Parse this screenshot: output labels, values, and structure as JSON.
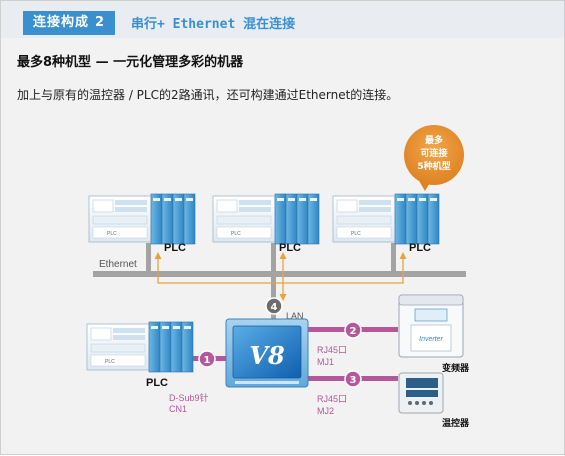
{
  "header": {
    "badge_label": "连接构成",
    "badge_number": "2",
    "title": "串行+ Ethernet 混在连接"
  },
  "heading": "最多8种机型 — 一元化管理多彩的机器",
  "description": "加上与原有的温控器 / PLC的2路通讯，还可构建通过Ethernet的连接。",
  "callout": {
    "line1": "最多",
    "line2": "可连接",
    "line3": "5种机型"
  },
  "network": {
    "ethernet_label": "Ethernet",
    "lan_label": "LAN",
    "plc_label": "PLC",
    "hmi_label": "V8"
  },
  "connections": [
    {
      "number": "1",
      "port": "D-Sub9针",
      "channel": "CN1"
    },
    {
      "number": "2",
      "port": "RJ45口",
      "channel": "MJ1"
    },
    {
      "number": "3",
      "port": "RJ45口",
      "channel": "MJ2"
    },
    {
      "number": "4"
    }
  ],
  "devices": {
    "inverter": "变频器",
    "inverter_panel_text": "Inverter",
    "temp_controller": "温控器"
  },
  "colors": {
    "accent_blue": "#3a90cf",
    "serial_purple": "#b5579b",
    "lan_orange": "#e9a33a",
    "ethernet_gray": "#a3a3a3",
    "callout_orange": "#e8902e"
  }
}
